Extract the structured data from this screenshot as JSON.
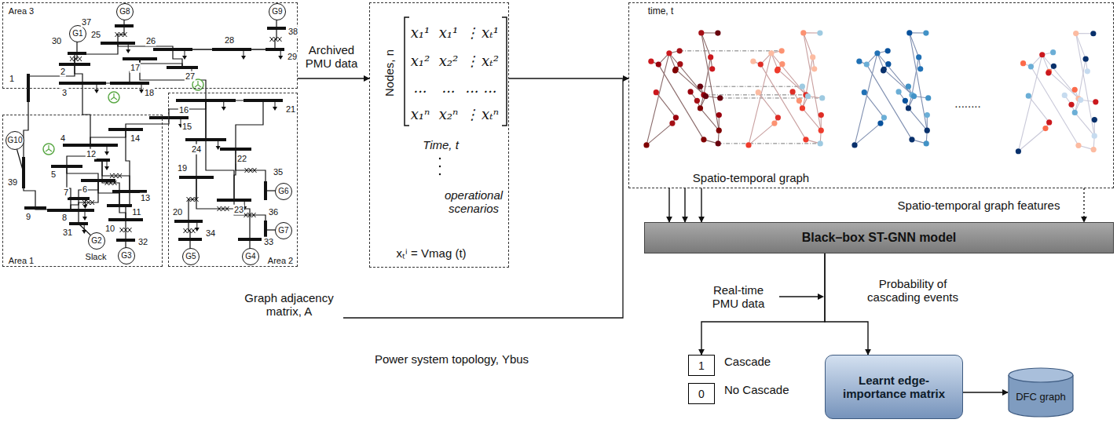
{
  "diagram": {
    "nodes": [
      {
        "text": [
          "Area 3"
        ]
      },
      {
        "text": [
          "G8"
        ],
        "in": 0
      },
      {
        "text": [
          "G9"
        ],
        "in": 0
      },
      {
        "text": [
          "G1"
        ],
        "in": 0
      },
      {
        "text": [
          "Area 1"
        ]
      },
      {
        "text": [
          "G10"
        ],
        "in": 4
      },
      {
        "text": [
          "G2"
        ],
        "in": 4
      },
      {
        "text": [
          "G3"
        ],
        "in": 4
      },
      {
        "text": [
          "Area 2"
        ]
      },
      {
        "text": [
          "G6"
        ],
        "in": 8
      },
      {
        "text": [
          "G7"
        ],
        "in": 8
      },
      {
        "text": [
          "G5"
        ],
        "in": 8
      },
      {
        "text": [
          "G4"
        ],
        "in": 8
      },
      {
        "text": [
          "Nodes, n",
          "Time, t",
          "operational scenarios",
          "xₜⁱ = Vmag (t)"
        ]
      },
      {
        "text": [
          "time, t",
          "Spatio-temporal graph"
        ]
      },
      {
        "text": [
          "Black–box ST-GNN model"
        ]
      },
      {
        "text": [
          "1"
        ]
      },
      {
        "text": [
          "0"
        ]
      },
      {
        "text": [
          "Learnt edge-importance matrix"
        ]
      },
      {
        "text": [
          "DFC graph"
        ]
      }
    ],
    "edges": [
      {
        "from": 0,
        "to": 13,
        "arrow": "to",
        "label": "Archived PMU data"
      },
      {
        "from": 13,
        "to": 14,
        "arrow": "to"
      },
      {
        "from": 14,
        "to": 15,
        "arrow": "to"
      },
      {
        "from": 14,
        "to": 15,
        "arrow": "to"
      },
      {
        "from": 14,
        "to": 15,
        "arrow": "to"
      },
      {
        "from": 14,
        "to": 15,
        "arrow": "to",
        "label": "Spatio-temporal graph features"
      },
      {
        "from": 15,
        "to": 16,
        "arrow": "to"
      },
      {
        "from": 15,
        "to": 18,
        "arrow": "to"
      },
      {
        "from": 18,
        "to": 19,
        "arrow": "to"
      }
    ],
    "labels": [
      "37",
      "38",
      "30",
      "25",
      "26",
      "28",
      "29",
      "2",
      "17",
      "27",
      "1",
      "3",
      "18",
      "16",
      "21",
      "15",
      "14",
      "4",
      "24",
      "39",
      "5",
      "12",
      "22",
      "35",
      "9",
      "6",
      "13",
      "19",
      "7",
      "11",
      "36",
      "8",
      "31",
      "10",
      "23",
      "Slack",
      "20",
      "32",
      "34",
      "33",
      "x₁¹",
      "x₁¹",
      "⋮",
      "xₜ¹",
      "x₁²",
      "x₂²",
      "⋮",
      "xₜ²",
      "...",
      "...",
      "...",
      "...",
      "x₁ⁿ",
      "x₂ⁿ",
      "⋮",
      "xₜⁿ",
      "........",
      "Real-time PMU data",
      "Probability of cascading events",
      "Graph adjacency matrix, A",
      "Power system topology, Ybus",
      "Cascade",
      "No Cascade"
    ]
  }
}
